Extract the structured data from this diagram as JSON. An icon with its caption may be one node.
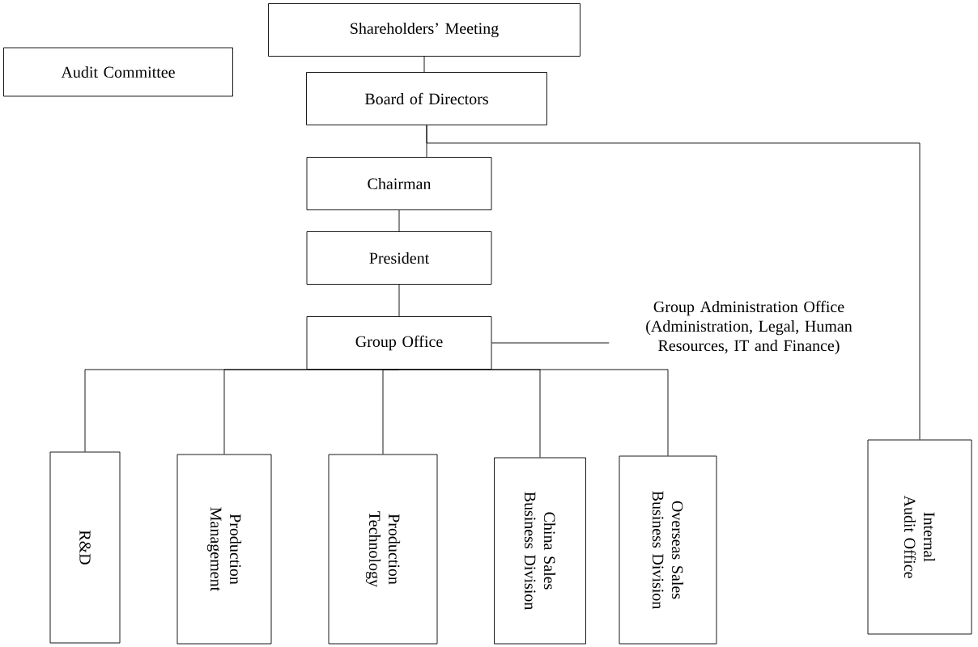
{
  "diagram": {
    "nodes": [
      {
        "text": [
          "Shareholders’ Meeting"
        ]
      },
      {
        "text": [
          "Audit Committee"
        ]
      },
      {
        "text": [
          "Board of Directors"
        ]
      },
      {
        "text": [
          "Chairman"
        ]
      },
      {
        "text": [
          "President"
        ]
      },
      {
        "text": [
          "Group Office"
        ]
      },
      {
        "text": [
          "Group Administration Office (Administration, Legal, Human Resources, IT and Finance)"
        ]
      },
      {
        "text": [
          "R&D"
        ]
      },
      {
        "text": [
          "Production Management"
        ]
      },
      {
        "text": [
          "Production Technology"
        ]
      },
      {
        "text": [
          "China Sales Business Division"
        ]
      },
      {
        "text": [
          "Overseas Sales Business Division"
        ]
      },
      {
        "text": [
          "Internal Audit Office"
        ]
      }
    ],
    "edges": [
      {
        "from": 0,
        "to": 2,
        "arrow": "none"
      },
      {
        "from": 2,
        "to": 3,
        "arrow": "none"
      },
      {
        "from": 3,
        "to": 4,
        "arrow": "none"
      },
      {
        "from": 4,
        "to": 5,
        "arrow": "none"
      },
      {
        "from": 5,
        "to": 6,
        "arrow": "none"
      },
      {
        "from": 5,
        "to": 7,
        "arrow": "none"
      },
      {
        "from": 5,
        "to": 8,
        "arrow": "none"
      },
      {
        "from": 5,
        "to": 9,
        "arrow": "none"
      },
      {
        "from": 5,
        "to": 10,
        "arrow": "none"
      },
      {
        "from": 5,
        "to": 11,
        "arrow": "none"
      },
      {
        "from": 2,
        "to": 12,
        "arrow": "none"
      }
    ]
  }
}
